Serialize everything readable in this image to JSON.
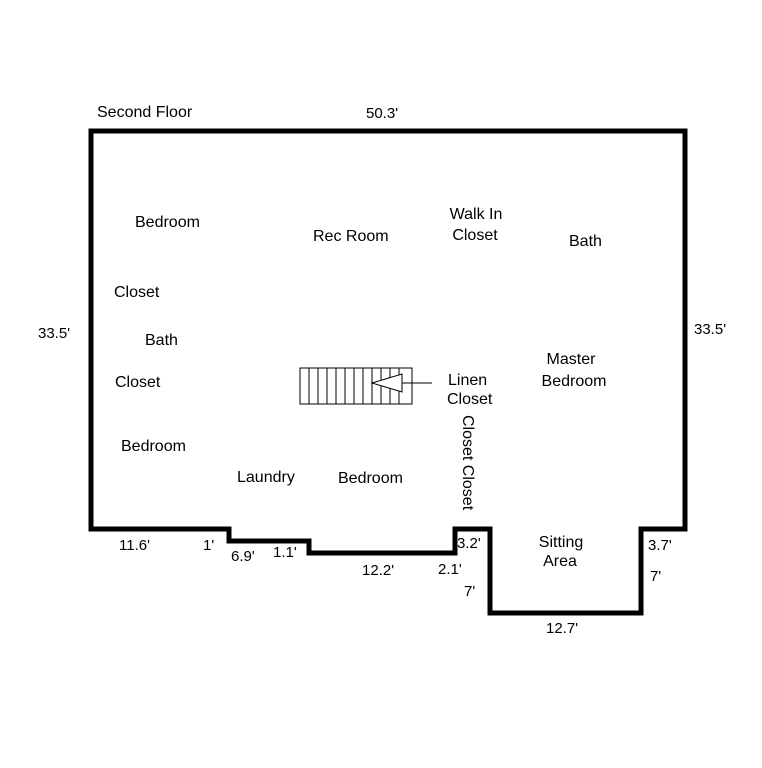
{
  "title": "Second Floor",
  "rooms": {
    "bedroom_nw": "Bedroom",
    "rec_room": "Rec Room",
    "walk_in_line1": "Walk In",
    "walk_in_line2": "Closet",
    "bath_ne": "Bath",
    "closet_w1": "Closet",
    "bath_w": "Bath",
    "closet_w2": "Closet",
    "master_line1": "Master",
    "master_line2": "Bedroom",
    "linen_line1": "Linen",
    "linen_line2": "Closet",
    "bedroom_sw": "Bedroom",
    "laundry": "Laundry",
    "bedroom_s": "Bedroom",
    "closet_vertical": "Closet Closet",
    "sitting_line1": "Sitting",
    "sitting_line2": "Area"
  },
  "dimensions": {
    "top": "50.3'",
    "left": "33.5'",
    "right": "33.5'",
    "bottom_left": "11.6'",
    "step1": "1'",
    "step2": "6.9'",
    "step3": "1.1'",
    "bottom_mid": "12.2'",
    "notch_top": "3.2'",
    "notch_mid": "2.1'",
    "notch_left": "7'",
    "sitting_bottom": "12.7'",
    "right_step": "3.7'",
    "right_lower": "7'"
  }
}
